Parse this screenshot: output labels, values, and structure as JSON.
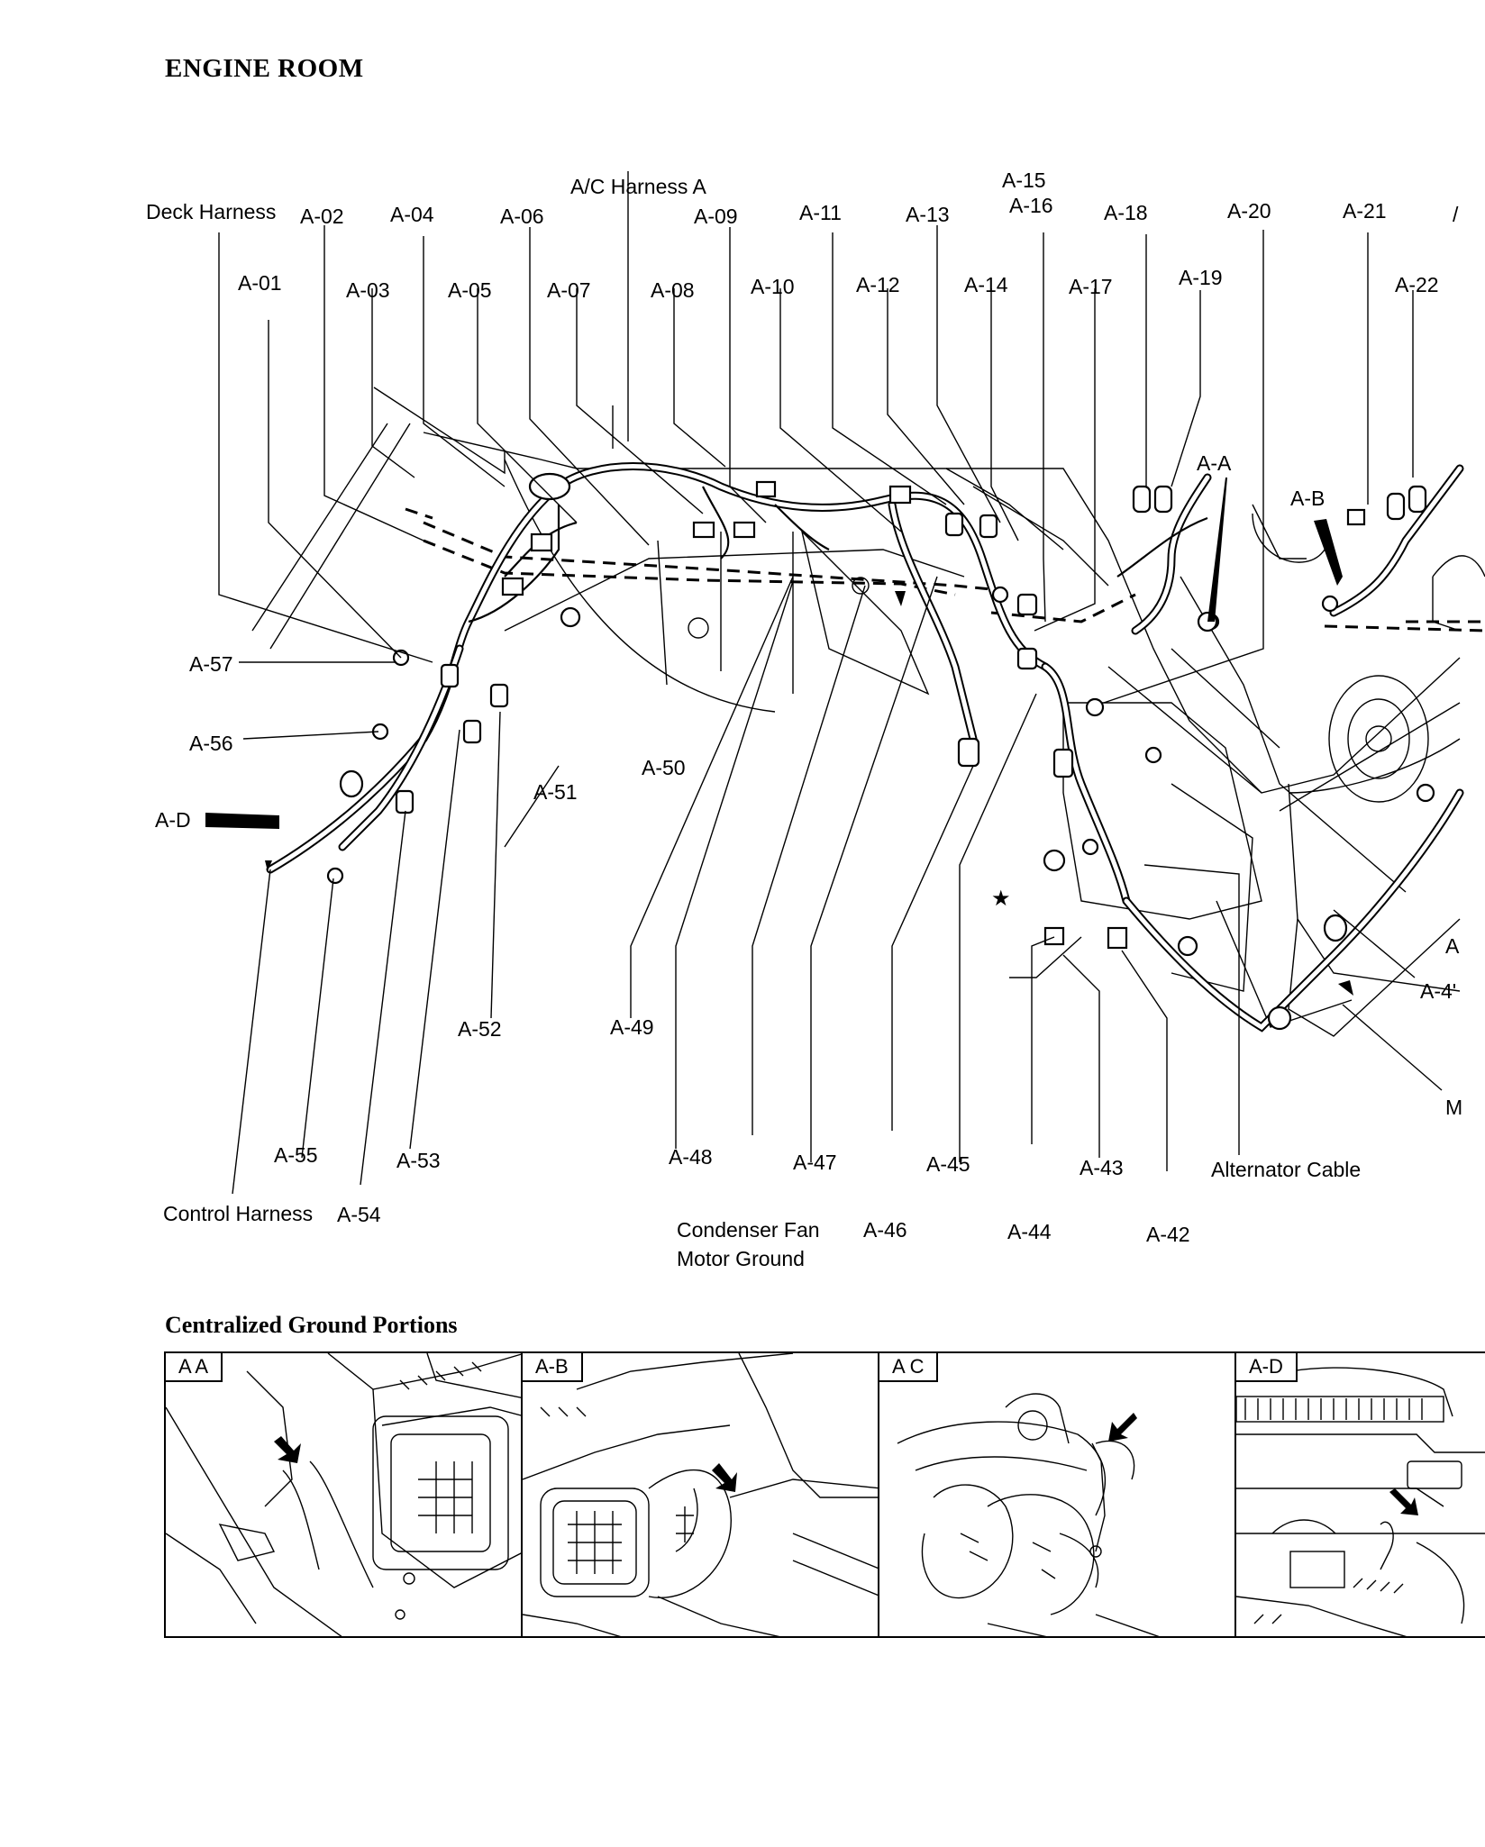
{
  "page": {
    "title": "ENGINE ROOM",
    "subtitle": "Centralized Ground Portions"
  },
  "labels": {
    "deck_harness": "Deck Harness",
    "ac_harness_a": "A/C Harness A",
    "control_harness": "Control Harness",
    "condenser_fan_line1": "Condenser Fan",
    "condenser_fan_line2": "Motor Ground",
    "alternator_cable": "Alternator Cable",
    "a01": "A-01",
    "a02": "A-02",
    "a03": "A-03",
    "a04": "A-04",
    "a05": "A-05",
    "a06": "A-06",
    "a07": "A-07",
    "a08": "A-08",
    "a09": "A-09",
    "a10": "A-10",
    "a11": "A-11",
    "a12": "A-12",
    "a13": "A-13",
    "a14": "A-14",
    "a15": "A-15",
    "a16": "A-16",
    "a17": "A-17",
    "a18": "A-18",
    "a19": "A-19",
    "a20": "A-20",
    "a21": "A-21",
    "a22": "A-22",
    "a41": "A-4'",
    "a42": "A-42",
    "a43": "A-43",
    "a44": "A-44",
    "a45": "A-45",
    "a46": "A-46",
    "a47": "A-47",
    "a48": "A-48",
    "a49": "A-49",
    "a50": "A-50",
    "a51": "A-51",
    "a52": "A-52",
    "a53": "A-53",
    "a54": "A-54",
    "a55": "A-55",
    "a56": "A-56",
    "a57": "A-57",
    "ground_a": "A-A",
    "ground_b": "A-B",
    "ground_d": "A-D",
    "edge_a": "A",
    "edge_m": "M",
    "edge_slash": "/"
  },
  "panels": [
    {
      "tag": "A A"
    },
    {
      "tag": "A-B"
    },
    {
      "tag": "A C"
    },
    {
      "tag": "A-D"
    }
  ]
}
